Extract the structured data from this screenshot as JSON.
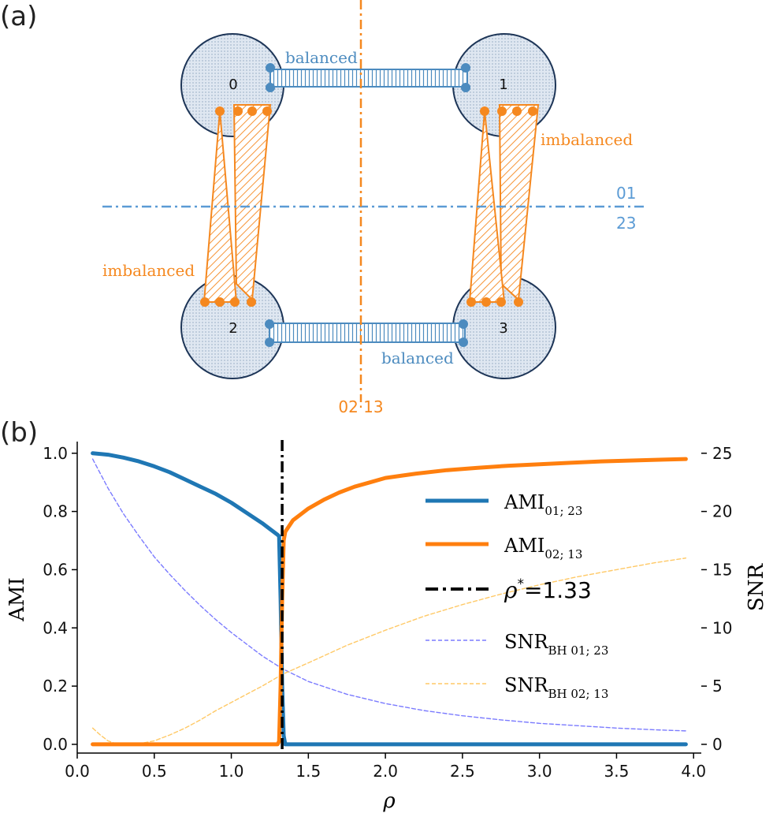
{
  "panel_a": {
    "label": "(a)",
    "nodes": [
      "0",
      "1",
      "2",
      "3"
    ],
    "labels": {
      "balanced_top": "balanced",
      "balanced_bottom": "balanced",
      "imbalanced_right": "imbalanced",
      "imbalanced_left": "imbalanced",
      "cut_h_top": "01",
      "cut_h_bottom": "23",
      "cut_v": "02·13"
    },
    "colors": {
      "blue": "#4c8bbf",
      "orange": "#f5881f",
      "node_fill": "#dde6f0",
      "node_edge": "#1d3557"
    }
  },
  "panel_b": {
    "label": "(b)",
    "left_axis_label": "AMI",
    "right_axis_label": "SNR",
    "x_axis_label": "ρ",
    "x_ticks": [
      "0.0",
      "0.5",
      "1.0",
      "1.5",
      "2.0",
      "2.5",
      "3.0",
      "3.5",
      "4.0"
    ],
    "y_left_ticks": [
      "0.0",
      "0.2",
      "0.4",
      "0.6",
      "0.8",
      "1.0"
    ],
    "y_right_ticks": [
      "0",
      "5",
      "10",
      "15",
      "20",
      "25"
    ],
    "legend": [
      {
        "base": "AMI",
        "sub": "01; 23",
        "tail": "",
        "style": "solid-blue"
      },
      {
        "base": "AMI",
        "sub": "02; 13",
        "tail": "",
        "style": "solid-orange"
      },
      {
        "base": "ρ",
        "sub": "",
        "sup": "*",
        "tail": "=1.33",
        "style": "dashdot-black"
      },
      {
        "base": "SNR",
        "sub": "BH 01; 23",
        "tail": "",
        "style": "dashed-purple"
      },
      {
        "base": "SNR",
        "sub": "BH 02; 13",
        "tail": "",
        "style": "dashed-yellow"
      }
    ]
  },
  "chart_data": {
    "type": "line",
    "xlim": [
      0,
      4.05
    ],
    "ylim_left": [
      -0.03,
      1.04
    ],
    "ylim_right": [
      -0.75,
      26.0
    ],
    "grid": false,
    "legend_position": "right",
    "rho_star": 1.33,
    "series": [
      {
        "name": "AMI01; 23",
        "axis": "left",
        "color": "#1f77b4",
        "style": "solid",
        "x": [
          0.1,
          0.2,
          0.3,
          0.4,
          0.5,
          0.6,
          0.7,
          0.8,
          0.9,
          1.0,
          1.1,
          1.2,
          1.25,
          1.3,
          1.31,
          1.32,
          1.33,
          1.34,
          1.35,
          1.4,
          1.5,
          2.0,
          2.5,
          3.0,
          3.5,
          3.95
        ],
        "y": [
          1.0,
          0.995,
          0.985,
          0.972,
          0.955,
          0.935,
          0.91,
          0.885,
          0.86,
          0.83,
          0.795,
          0.76,
          0.74,
          0.72,
          0.715,
          0.5,
          0.2,
          0.03,
          0.0,
          0.0,
          0.0,
          0.0,
          0.0,
          0.0,
          0.0,
          0.0
        ]
      },
      {
        "name": "AMI02; 13",
        "axis": "left",
        "color": "#ff7f0e",
        "style": "solid",
        "x": [
          0.1,
          0.5,
          1.0,
          1.2,
          1.3,
          1.31,
          1.32,
          1.33,
          1.34,
          1.35,
          1.4,
          1.5,
          1.6,
          1.7,
          1.8,
          1.9,
          2.0,
          2.2,
          2.4,
          2.6,
          2.8,
          3.0,
          3.2,
          3.4,
          3.6,
          3.8,
          3.95
        ],
        "y": [
          0.0,
          0.0,
          0.0,
          0.0,
          0.0,
          0.01,
          0.2,
          0.5,
          0.7,
          0.73,
          0.77,
          0.81,
          0.84,
          0.865,
          0.885,
          0.9,
          0.915,
          0.93,
          0.942,
          0.95,
          0.957,
          0.962,
          0.967,
          0.972,
          0.975,
          0.978,
          0.98
        ]
      },
      {
        "name": "SNRBH 01; 23",
        "axis": "right",
        "color": "#7b7bff",
        "style": "dashed",
        "x": [
          0.1,
          0.2,
          0.3,
          0.4,
          0.5,
          0.6,
          0.7,
          0.8,
          0.9,
          1.0,
          1.1,
          1.2,
          1.33,
          1.5,
          1.75,
          2.0,
          2.25,
          2.5,
          2.75,
          3.0,
          3.25,
          3.5,
          3.75,
          3.95
        ],
        "y": [
          24.5,
          22.0,
          19.8,
          17.9,
          16.1,
          14.6,
          13.2,
          11.9,
          10.7,
          9.6,
          8.6,
          7.6,
          6.5,
          5.4,
          4.3,
          3.5,
          2.9,
          2.45,
          2.1,
          1.8,
          1.6,
          1.4,
          1.25,
          1.15
        ]
      },
      {
        "name": "SNRBH 02; 13",
        "axis": "right",
        "color": "#ffc966",
        "style": "dashed",
        "x": [
          0.1,
          0.15,
          0.2,
          0.25,
          0.3,
          0.4,
          0.5,
          0.6,
          0.7,
          0.8,
          0.9,
          1.0,
          1.1,
          1.2,
          1.33,
          1.5,
          1.75,
          2.0,
          2.25,
          2.5,
          2.75,
          3.0,
          3.25,
          3.5,
          3.75,
          3.95
        ],
        "y": [
          1.4,
          0.8,
          0.3,
          0.05,
          0.0,
          0.05,
          0.3,
          0.8,
          1.4,
          2.1,
          2.9,
          3.6,
          4.3,
          5.0,
          6.0,
          7.0,
          8.5,
          9.8,
          11.0,
          12.0,
          12.9,
          13.7,
          14.4,
          15.0,
          15.6,
          16.0
        ]
      }
    ]
  }
}
